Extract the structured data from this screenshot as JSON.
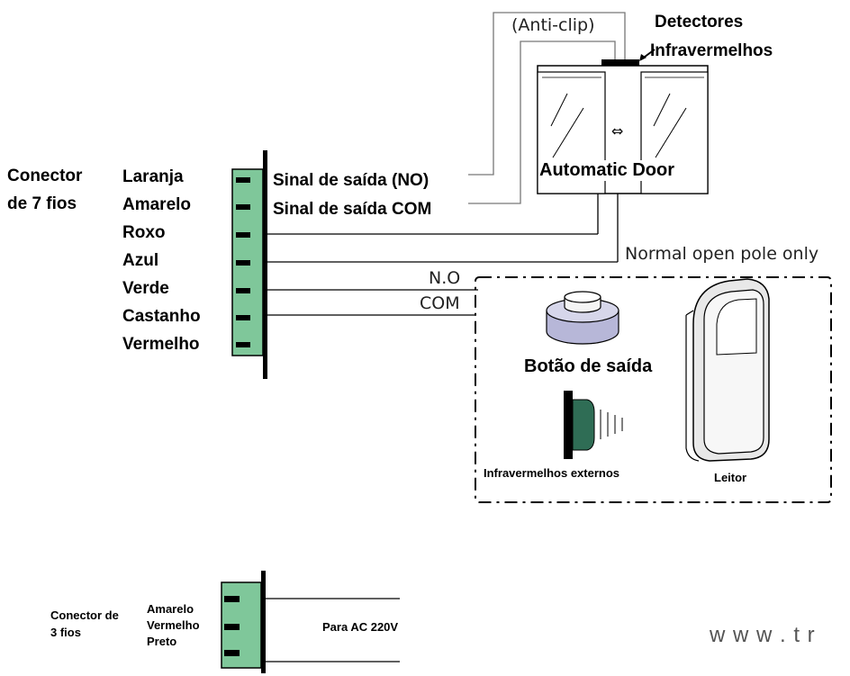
{
  "connector7": {
    "title_line1": "Conector",
    "title_line2": "de 7 fios",
    "wires": [
      "Laranja",
      "Amarelo",
      "Roxo",
      "Azul",
      "Verde",
      "Castanho",
      "Vermelho"
    ],
    "connector_color": "#7fc79a"
  },
  "signals": {
    "signal_no": "Sinal de saída (NO)",
    "signal_com": "Sinal de saída COM"
  },
  "door": {
    "anti_clip": "(Anti-clip)",
    "detectors_line1": "Detectores",
    "detectors_line2": "Infravermelhos",
    "label": "Automatic Door",
    "arrow": "⇔",
    "normal_open": "Normal open pole only"
  },
  "terminals": {
    "no": "N.O",
    "com": "COM"
  },
  "accessories": {
    "exit_button": "Botão de saída",
    "external_ir": "Infravermelhos externos",
    "reader": "Leitor"
  },
  "connector3": {
    "title_line1": "Conector de",
    "title_line2": "3 fios",
    "wires": [
      "Amarelo",
      "Vermelho",
      "Preto"
    ],
    "power": "Para AC 220V"
  },
  "watermark": "w w w . t r"
}
